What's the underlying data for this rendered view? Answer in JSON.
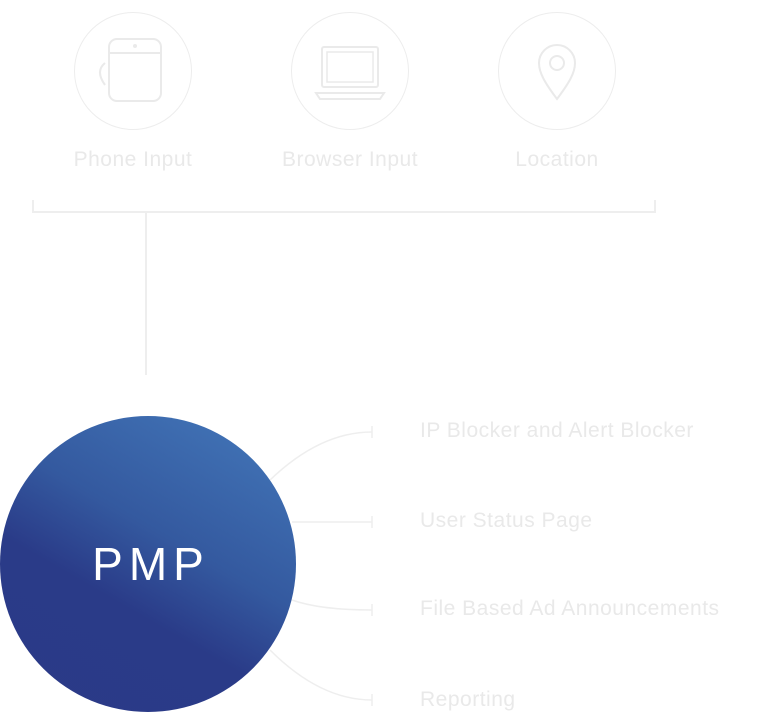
{
  "inputs": [
    {
      "label": "Phone Input",
      "icon": "phone-icon"
    },
    {
      "label": "Browser Input",
      "icon": "laptop-icon"
    },
    {
      "label": "Location",
      "icon": "location-pin-icon"
    }
  ],
  "hub": {
    "label": "PMP"
  },
  "features": [
    {
      "label": "IP Blocker and Alert Blocker"
    },
    {
      "label": "User Status Page"
    },
    {
      "label": "File Based Ad Announcements"
    },
    {
      "label": "Reporting"
    }
  ],
  "colors": {
    "hub_gradient": [
      "#4479bb",
      "#2a3b88"
    ],
    "faint": "#e9e9e9"
  }
}
